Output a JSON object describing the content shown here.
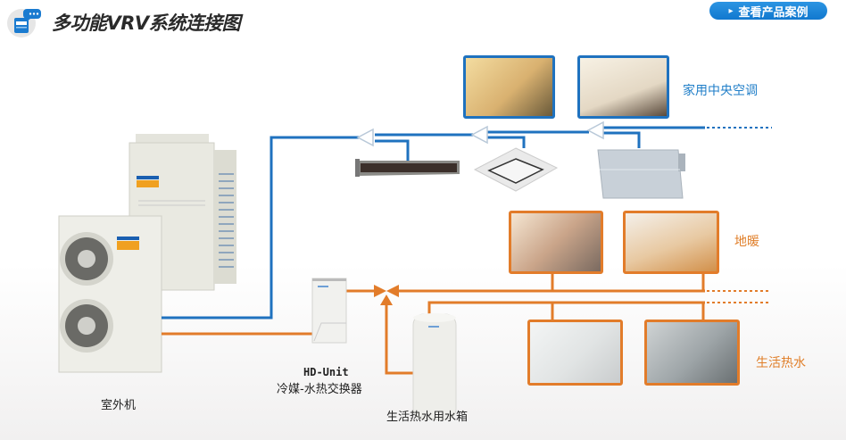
{
  "header": {
    "title": "多功能VRV系统连接图",
    "case_button_label": "查看产品案例",
    "case_button_icon": "chevron-right-icon",
    "header_icon": "outdoor-unit-chat-icon"
  },
  "colors": {
    "refrigerant_line": "#1f72bf",
    "water_line": "#e27c2a",
    "button_blue": "#1a84d8",
    "label_blue": "#1f7ec8",
    "label_orange": "#e07f2a"
  },
  "diagram": {
    "outdoor_unit_label": "室外机",
    "hd_unit_label_line1": "HD-Unit",
    "hd_unit_label_line2": "冷媒-水热交换器",
    "water_tank_label": "生活热水用水箱",
    "sections": [
      {
        "name": "home-central-ac",
        "label": "家用中央空调",
        "photos": [
          "living-room",
          "bedroom-room"
        ]
      },
      {
        "name": "floor-heating",
        "label": "地暖",
        "photos": [
          "family-playing",
          "baby-with-blocks"
        ]
      },
      {
        "name": "domestic-hot-water",
        "label": "生活热水",
        "photos": [
          "bath-shower",
          "kitchen-sink"
        ]
      }
    ],
    "indoor_units": [
      "ducted-unit",
      "cassette-unit",
      "floor-standing-unit"
    ]
  }
}
